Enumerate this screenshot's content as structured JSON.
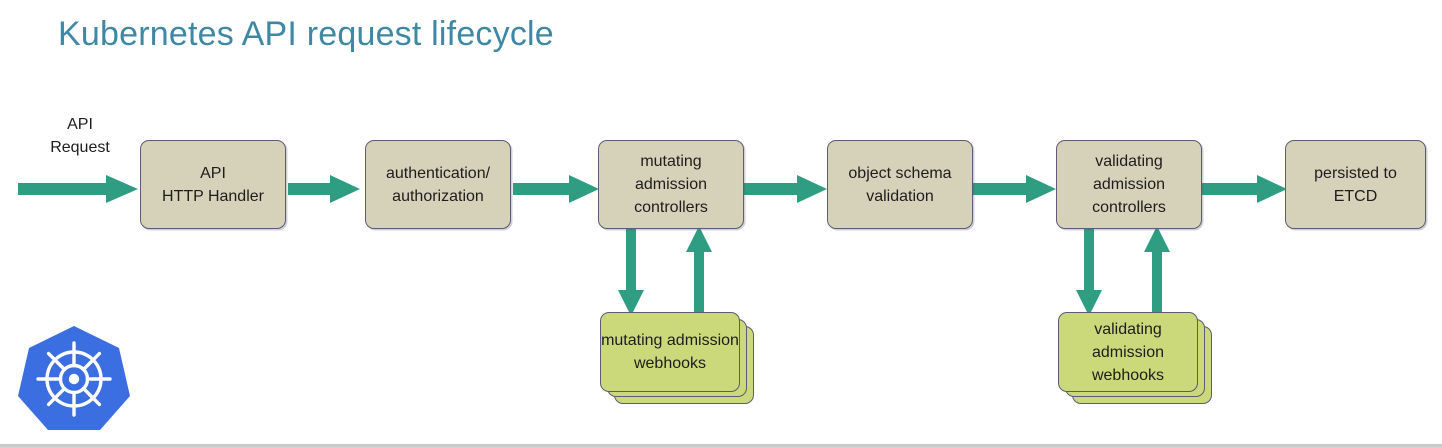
{
  "title": "Kubernetes API request lifecycle",
  "colors": {
    "title": "#3f88a5",
    "arrow": "#2e9d82",
    "process_fill": "#d6d1b9",
    "process_border": "#5c5a77",
    "webhook_fill": "#ccd97b",
    "logo_blue": "#3b6ee0"
  },
  "entry_label": {
    "line1": "API",
    "line2": "Request"
  },
  "logo": {
    "name": "kubernetes-logo",
    "alt": "Kubernetes helm wheel logo"
  },
  "flow": {
    "boxes": [
      {
        "id": "api-http-handler",
        "lines": [
          "API",
          "HTTP Handler"
        ]
      },
      {
        "id": "authn-authz",
        "lines": [
          "authentication/",
          "authorization"
        ]
      },
      {
        "id": "mutating-admission-controllers",
        "lines": [
          "mutating",
          "admission",
          "controllers"
        ]
      },
      {
        "id": "object-schema-validation",
        "lines": [
          "object schema",
          "validation"
        ]
      },
      {
        "id": "validating-admission-controllers",
        "lines": [
          "validating",
          "admission",
          "controllers"
        ]
      },
      {
        "id": "persisted-to-etcd",
        "lines": [
          "persisted to",
          "ETCD"
        ]
      }
    ],
    "webhooks": [
      {
        "id": "mutating-admission-webhooks",
        "lines": [
          "mutating",
          "admission",
          "webhooks"
        ],
        "stack_count": 3
      },
      {
        "id": "validating-admission-webhooks",
        "lines": [
          "validating",
          "admission",
          "webhooks"
        ],
        "stack_count": 3
      }
    ]
  }
}
